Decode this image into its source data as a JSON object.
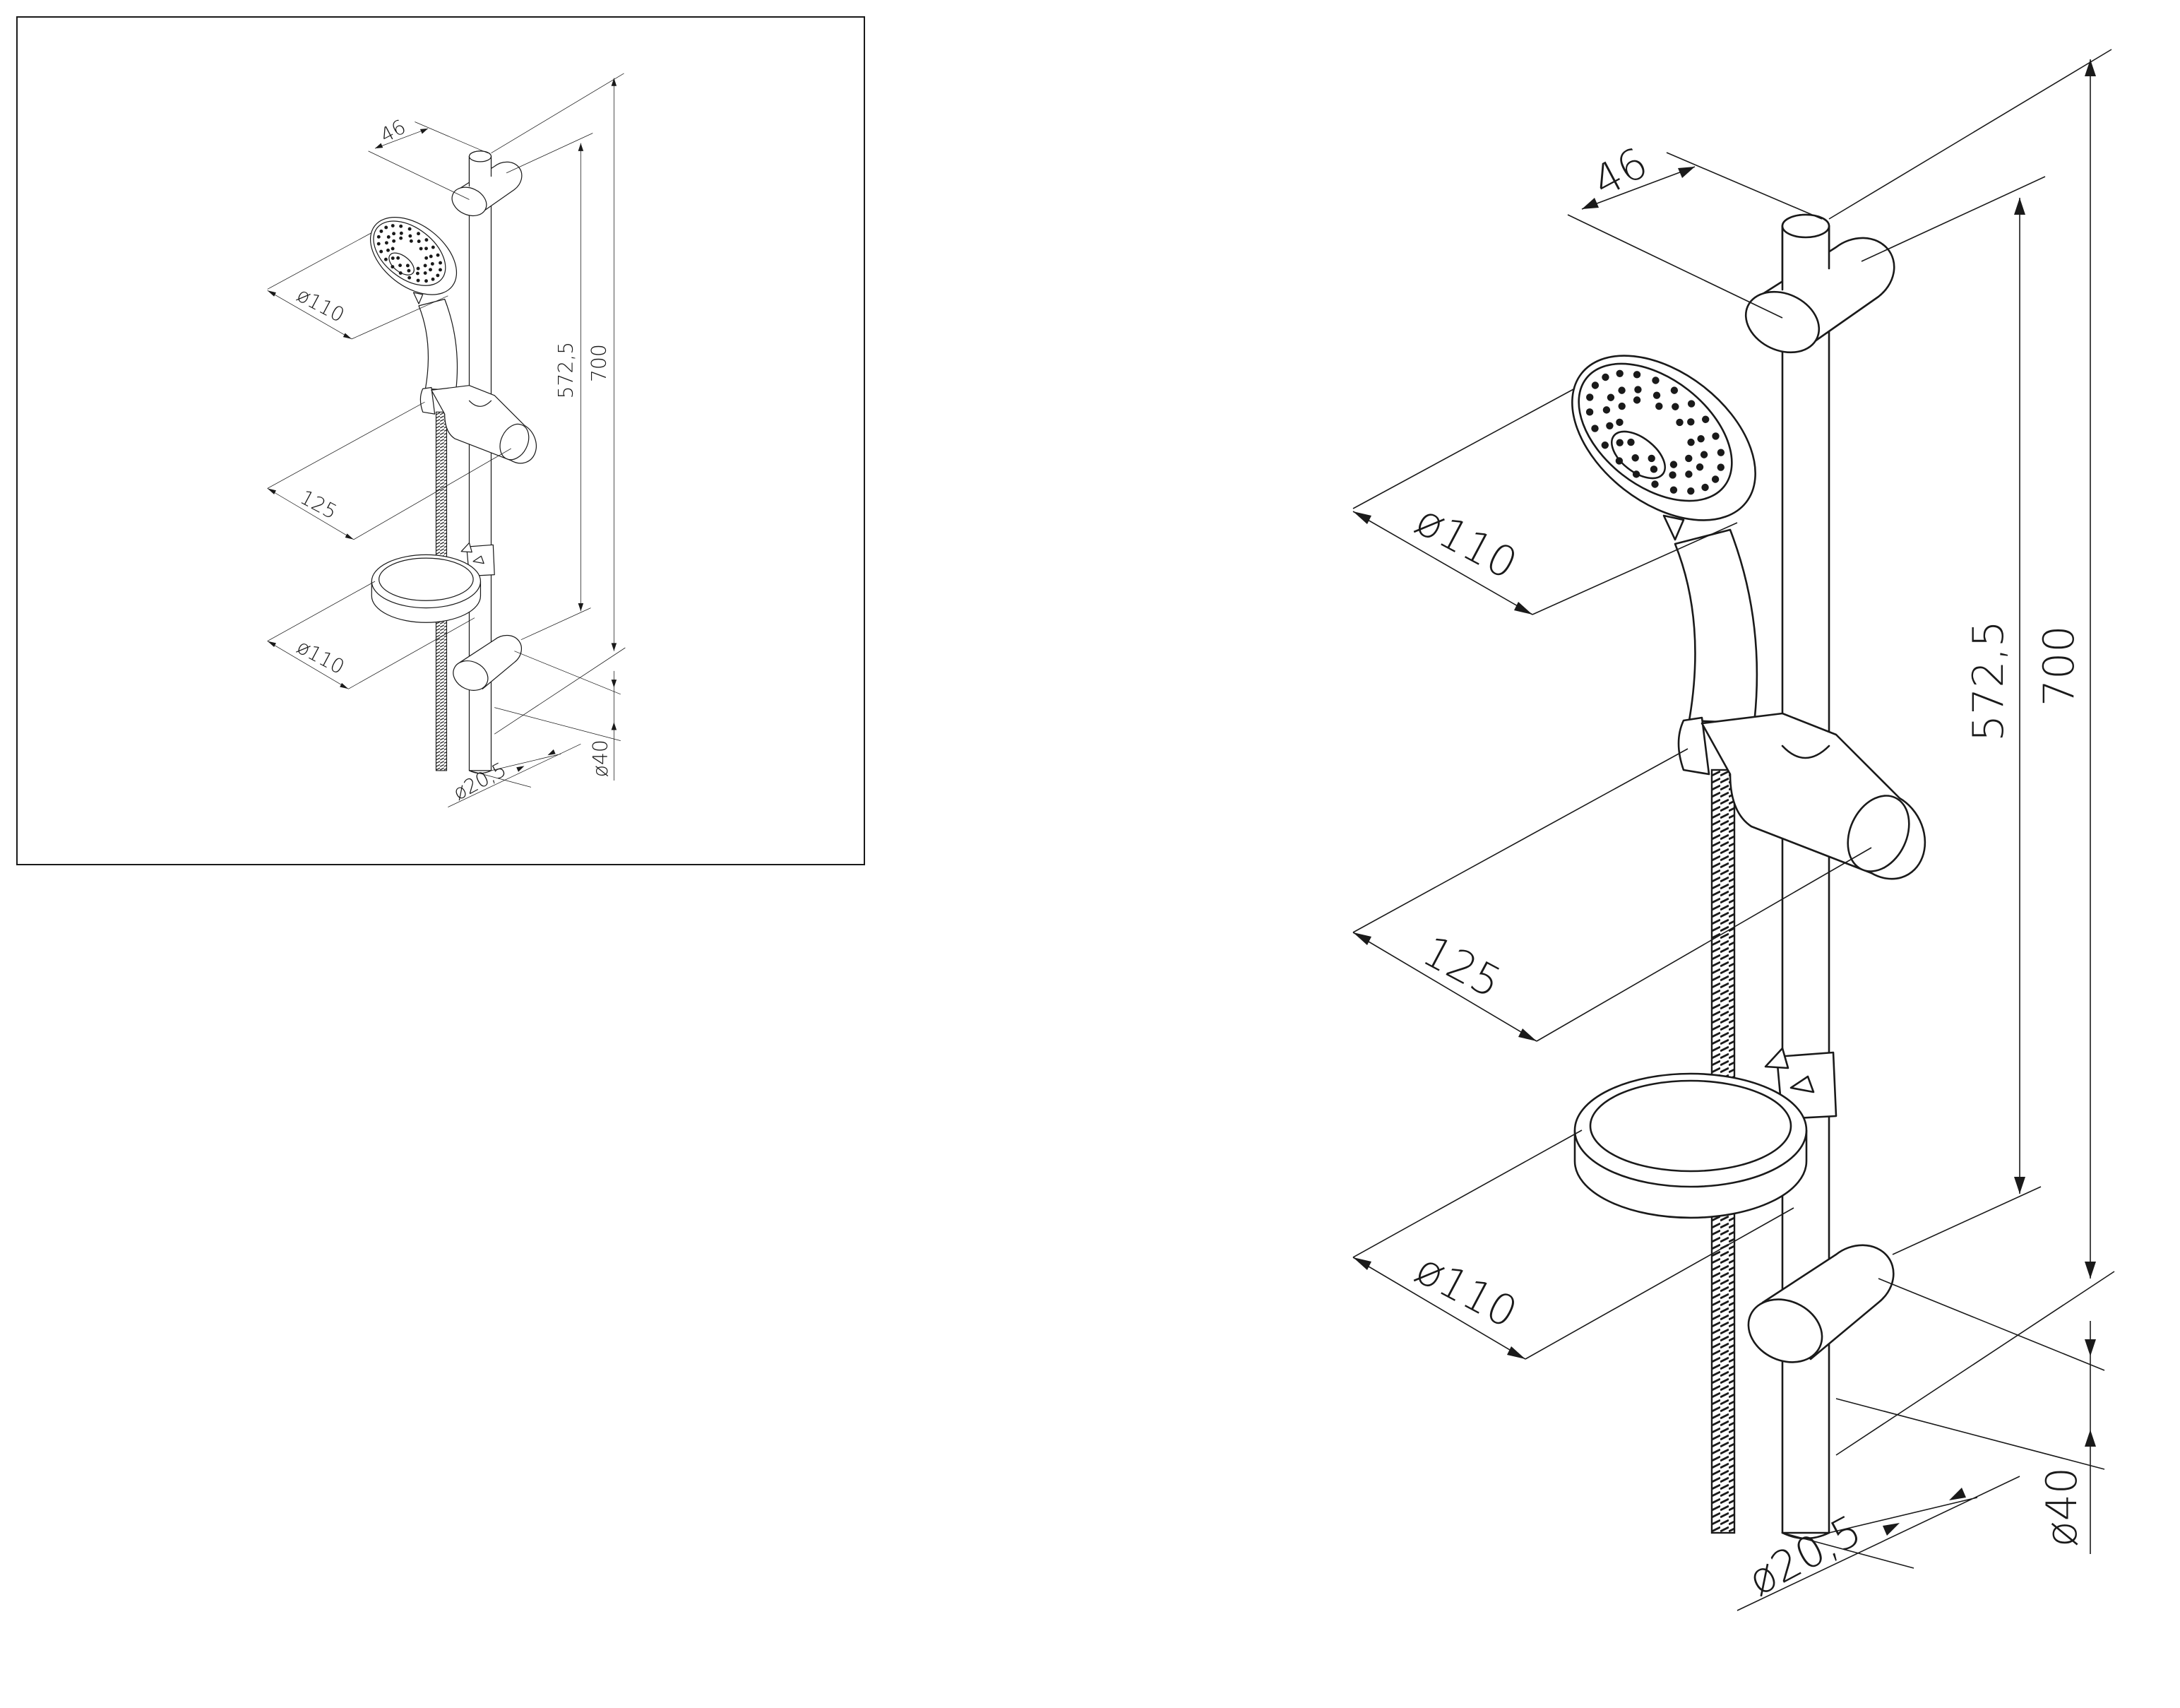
{
  "dimensions": {
    "rail_spacing_width": "46",
    "head_diameter": "ø110",
    "slider_offset": "125",
    "dish_diameter": "ø110",
    "bracket_spacing": "572,5",
    "total_height": "700",
    "bracket_diameter": "ø40",
    "rod_diameter": "ø20,5"
  },
  "colors": {
    "line": "#1a1a1a",
    "background": "#ffffff"
  }
}
